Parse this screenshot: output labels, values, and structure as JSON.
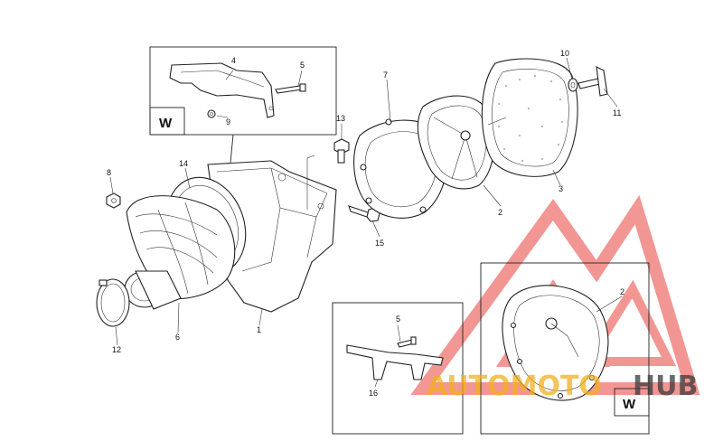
{
  "diagram": {
    "callouts": [
      {
        "id": "c1",
        "text": "1"
      },
      {
        "id": "c2",
        "text": "2"
      },
      {
        "id": "c3",
        "text": "3"
      },
      {
        "id": "c4",
        "text": "4"
      },
      {
        "id": "c5",
        "text": "5"
      },
      {
        "id": "c6",
        "text": "6"
      },
      {
        "id": "c7",
        "text": "7"
      },
      {
        "id": "c8",
        "text": "8"
      },
      {
        "id": "c9",
        "text": "9"
      },
      {
        "id": "c10",
        "text": "10"
      },
      {
        "id": "c11",
        "text": "11"
      },
      {
        "id": "c12",
        "text": "12"
      },
      {
        "id": "c13",
        "text": "13"
      },
      {
        "id": "c14",
        "text": "14"
      },
      {
        "id": "c15",
        "text": "15"
      },
      {
        "id": "c5b",
        "text": "5"
      },
      {
        "id": "c16",
        "text": "16"
      },
      {
        "id": "c2b",
        "text": "2"
      }
    ],
    "variant_labels": {
      "top": "W",
      "right": "W"
    }
  },
  "watermark": {
    "text_auto": "AUTOMOTO",
    "text_hub": "HUB",
    "color_red": "#e8413c",
    "color_orange": "#f2b01e",
    "color_dark": "#3a3a3a"
  }
}
